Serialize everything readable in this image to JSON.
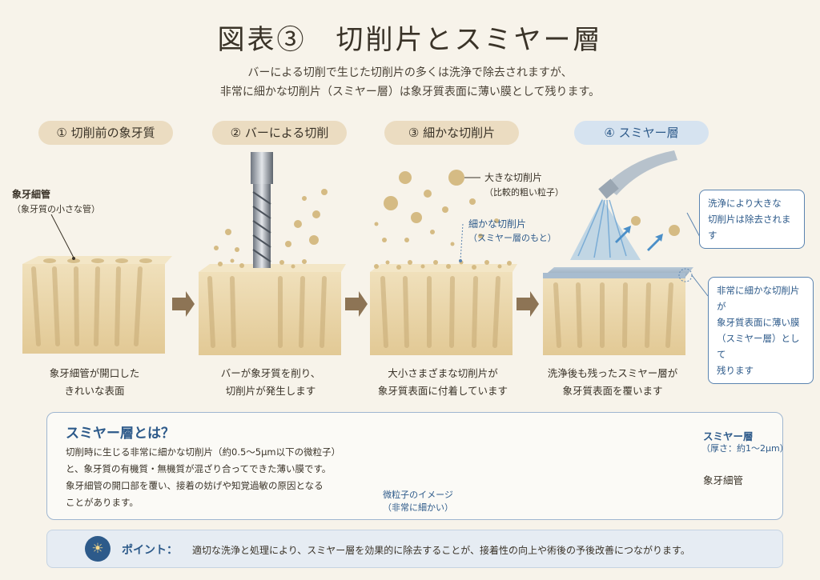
{
  "title": "図表③　切削片とスミヤー層",
  "subtitle_line1": "バーによる切削で生じた切削片の多くは洗浄で除去されますが、",
  "subtitle_line2": "非常に細かな切削片（スミヤー層）は象牙質表面に薄い膜として残ります。",
  "steps": [
    {
      "label": "① 切削前の象牙質",
      "caption_line1": "象牙細管が開口した",
      "caption_line2": "きれいな表面"
    },
    {
      "label": "② バーによる切削",
      "caption_line1": "バーが象牙質を削り、",
      "caption_line2": "切削片が発生します"
    },
    {
      "label": "③ 細かな切削片",
      "caption_line1": "大小さまざまな切削片が",
      "caption_line2": "象牙質表面に付着しています"
    },
    {
      "label": "④ スミヤー層",
      "caption_line1": "洗浄後も残ったスミヤー層が",
      "caption_line2": "象牙質表面を覆います"
    }
  ],
  "labels": {
    "tubule": "象牙細管",
    "tubule_note": "（象牙質の小さな管）",
    "large_chip": "大きな切削片",
    "large_chip_note": "（比較的粗い粒子）",
    "fine_chip": "細かな切削片",
    "fine_chip_note": "（スミヤー層のもと）",
    "wash_line1": "洗浄により大きな",
    "wash_line2": "切削片は除去されます",
    "remain_line1": "非常に細かな切削片が",
    "remain_line2": "象牙質表面に薄い膜",
    "remain_line3": "（スミヤー層）として",
    "remain_line4": "残ります"
  },
  "info": {
    "heading": "スミヤー層とは？",
    "line1": "切削時に生じる非常に細かな切削片（約0.5～5μm以下の微粒子）",
    "line2": "と、象牙質の有機質・無機質が混ざり合ってできた薄い膜です。",
    "line3": "象牙細管の開口部を覆い、接着の妨げや知覚過敏の原因となる",
    "line4": "ことがあります。",
    "micro_line1": "微粒子のイメージ",
    "micro_line2": "（非常に細かい）",
    "smear_label": "スミヤー層",
    "smear_note": "（厚さ：約1～2μm）",
    "tubule_label": "象牙細管"
  },
  "point": {
    "label": "ポイント：",
    "text": "適切な洗浄と処理により、スミヤー層を効果的に除去することが、接着性の向上や術後の予後改善につながります。"
  },
  "colors": {
    "accent": "#2d5a8a",
    "beige": "#ebdcc1",
    "dentin": "#e9d6ad",
    "background": "#f7f3ea"
  }
}
